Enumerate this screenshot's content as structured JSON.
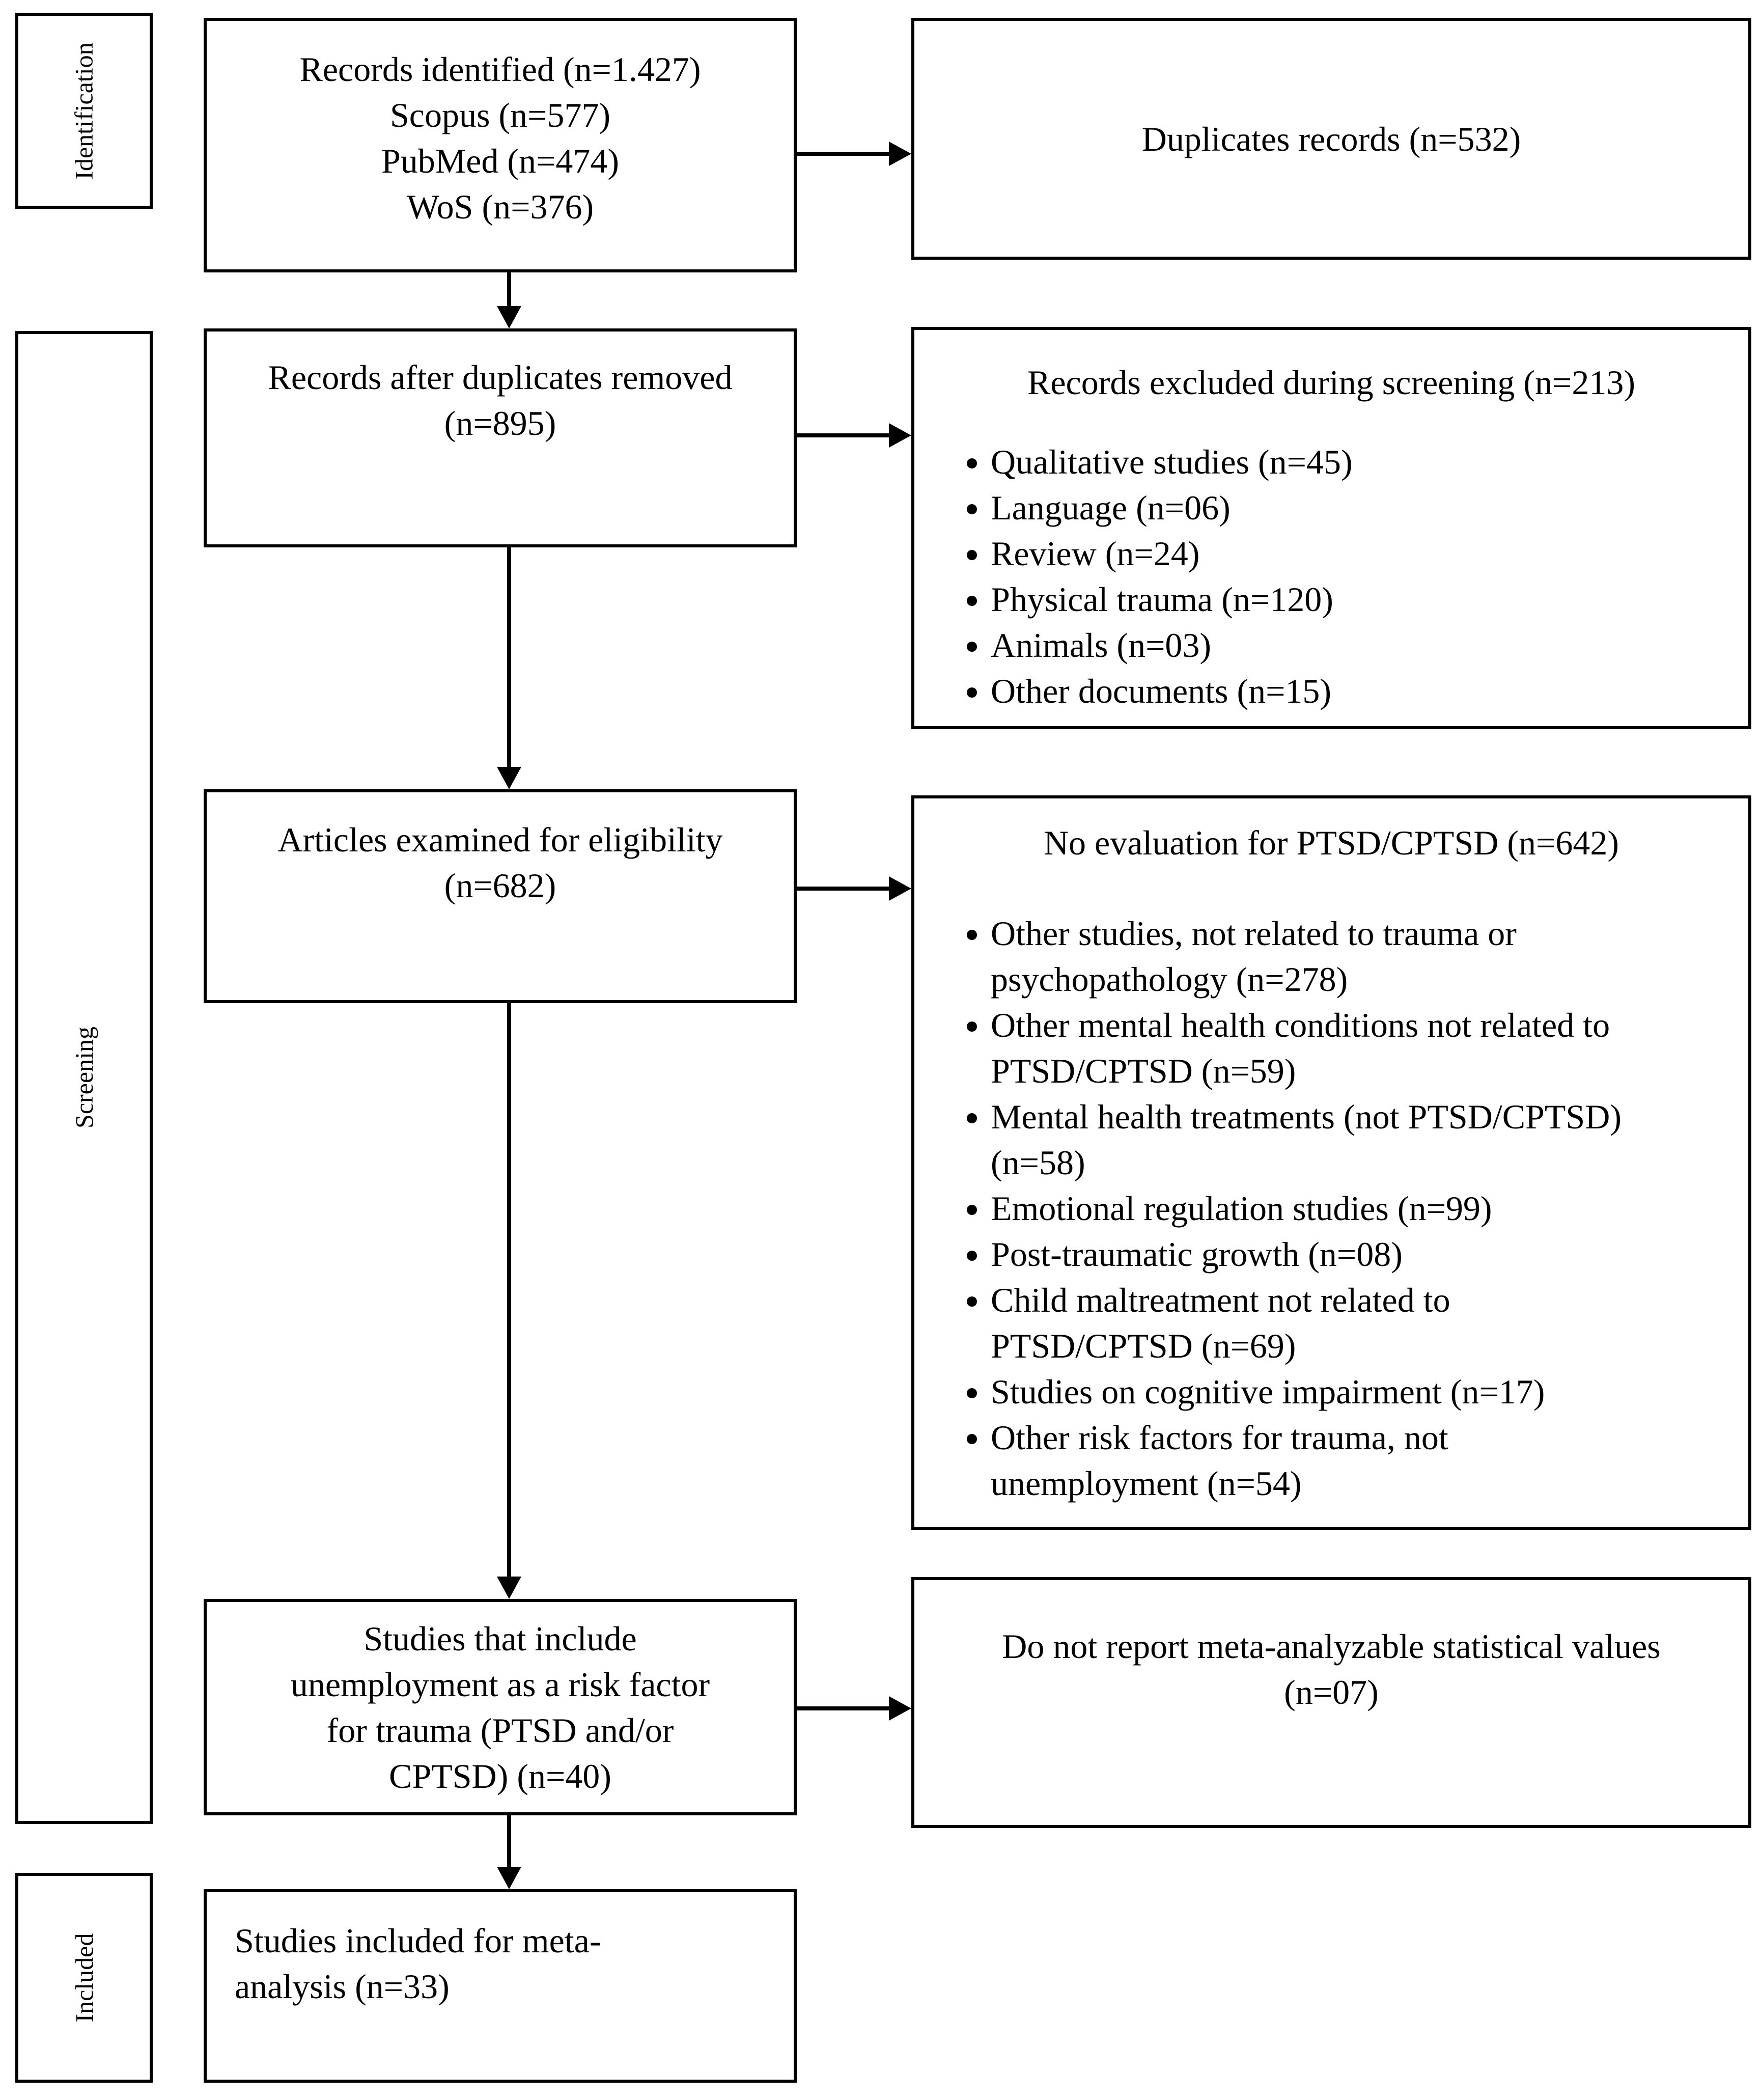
{
  "colors": {
    "background": "#ffffff",
    "border": "#000000",
    "text": "#000000"
  },
  "stages": {
    "identification": "Identification",
    "screening": "Screening",
    "included": "Included"
  },
  "flow": {
    "records_identified": {
      "lines": [
        "Records identified (n=1.427)",
        "Scopus (n=577)",
        "PubMed (n=474)",
        "WoS (n=376)"
      ]
    },
    "after_duplicates": {
      "lines": [
        "Records after duplicates removed",
        "(n=895)"
      ]
    },
    "eligibility": {
      "lines": [
        "Articles examined for eligibility",
        "(n=682)"
      ]
    },
    "unemployment_studies": {
      "lines": [
        "Studies that include",
        "unemployment as a risk factor",
        "for trauma (PTSD and/or",
        "CPTSD) (n=40)"
      ]
    },
    "meta_analysis": {
      "lines": [
        "Studies included for meta-",
        "analysis (n=33)"
      ]
    }
  },
  "exclusions": {
    "duplicates": {
      "title": "Duplicates records (n=532)"
    },
    "screening_excluded": {
      "title": "Records excluded during screening (n=213)",
      "bullets": [
        "Qualitative studies (n=45)",
        "Language (n=06)",
        "Review (n=24)",
        "Physical trauma (n=120)",
        "Animals (n=03)",
        "Other documents (n=15)"
      ]
    },
    "no_evaluation": {
      "title": "No evaluation for PTSD/CPTSD (n=642)",
      "bullets": [
        "Other studies, not related to trauma or\npsychopathology (n=278)",
        "Other mental health conditions not related to\nPTSD/CPTSD (n=59)",
        "Mental health treatments (not PTSD/CPTSD)\n(n=58)",
        "Emotional regulation studies (n=99)",
        "Post-traumatic growth (n=08)",
        "Child maltreatment not related to\nPTSD/CPTSD (n=69)",
        "Studies on cognitive impairment (n=17)",
        "Other risk factors for trauma, not\nunemployment (n=54)"
      ]
    },
    "no_stats": {
      "lines": [
        "Do not report meta-analyzable statistical values",
        "(n=07)"
      ]
    }
  }
}
